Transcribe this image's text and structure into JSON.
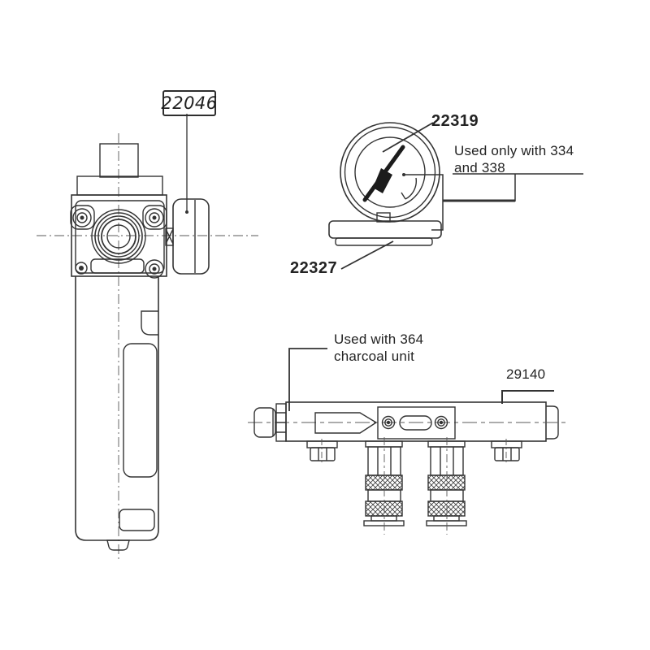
{
  "document": {
    "type": "exploded-parts-diagram",
    "background": "#ffffff",
    "ink_color": "#2e2e2e",
    "centerline_color": "#555555"
  },
  "callouts": [
    {
      "id": "filter-regulator-unit",
      "text": "22046",
      "style": "boxed-italic"
    },
    {
      "id": "pressure-gauge",
      "text": "22319",
      "style": "bold"
    },
    {
      "id": "gauge-base-plate",
      "text": "22327",
      "style": "bold"
    },
    {
      "id": "manifold-block",
      "text": "29140",
      "style": "plain"
    }
  ],
  "notes": [
    {
      "id": "gauge-usage-note",
      "lines": [
        "Used only with 334",
        "and 338"
      ]
    },
    {
      "id": "manifold-usage-note",
      "lines": [
        "Used with 364",
        "charcoal unit"
      ]
    }
  ]
}
